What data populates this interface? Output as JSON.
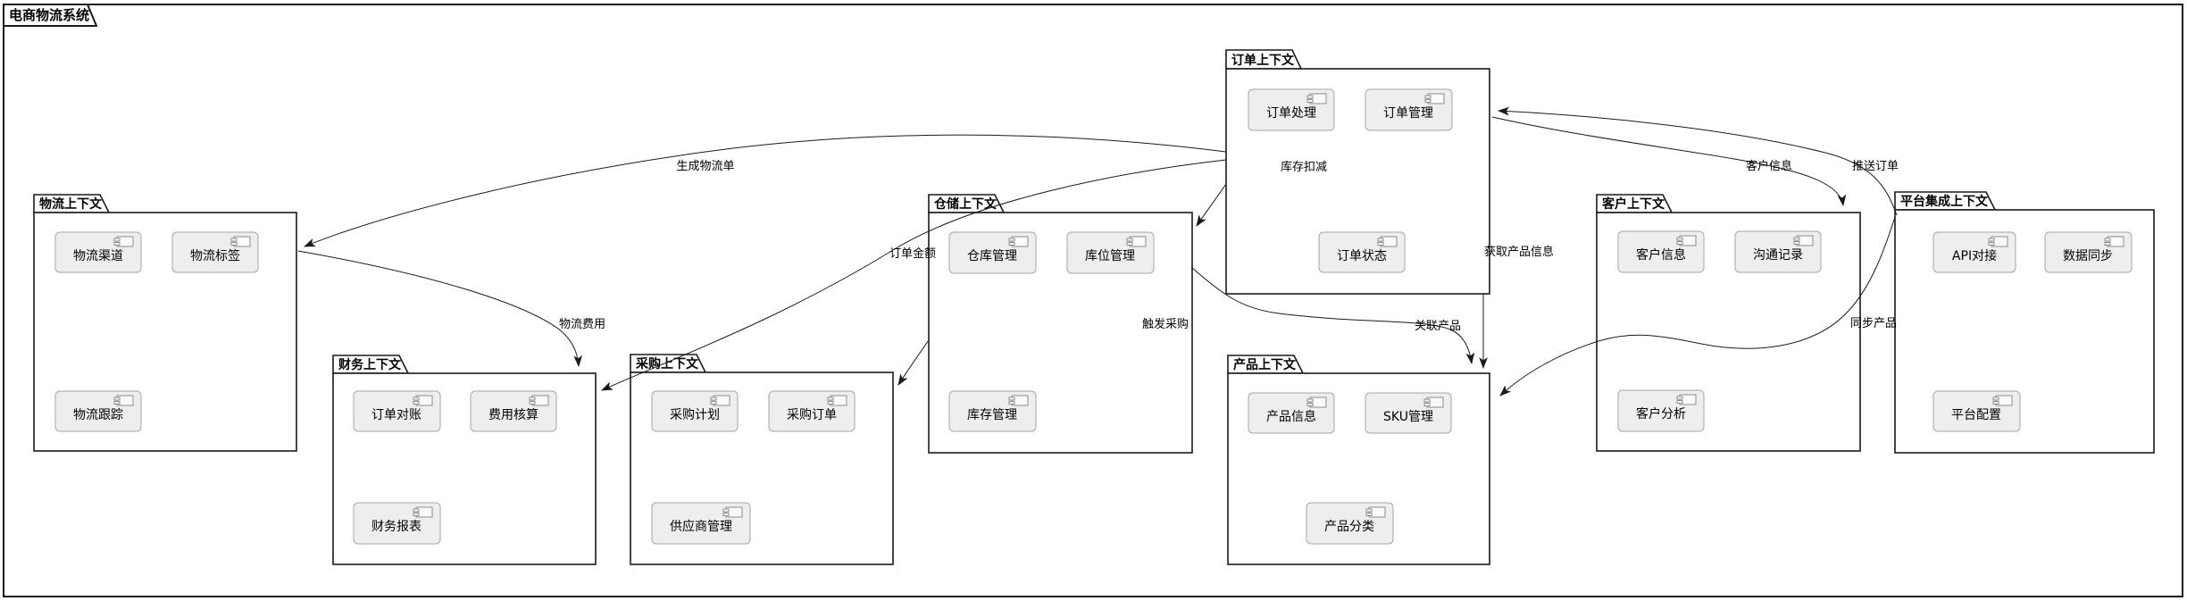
{
  "diagram": {
    "system_title": "电商物流系统",
    "packages": [
      {
        "title": "物流上下文",
        "components": [
          "物流渠道",
          "物流标签",
          "物流跟踪"
        ]
      },
      {
        "title": "财务上下文",
        "components": [
          "订单对账",
          "费用核算",
          "财务报表"
        ]
      },
      {
        "title": "采购上下文",
        "components": [
          "采购计划",
          "采购订单",
          "供应商管理"
        ]
      },
      {
        "title": "仓储上下文",
        "components": [
          "仓库管理",
          "库位管理",
          "库存管理"
        ]
      },
      {
        "title": "订单上下文",
        "components": [
          "订单处理",
          "订单管理",
          "订单状态"
        ]
      },
      {
        "title": "产品上下文",
        "components": [
          "产品信息",
          "SKU管理",
          "产品分类"
        ]
      },
      {
        "title": "客户上下文",
        "components": [
          "客户信息",
          "沟通记录",
          "客户分析"
        ]
      },
      {
        "title": "平台集成上下文",
        "components": [
          "API对接",
          "数据同步",
          "平台配置"
        ]
      }
    ],
    "edges": [
      {
        "from": "订单上下文",
        "to": "物流上下文",
        "label": "生成物流单"
      },
      {
        "from": "订单上下文",
        "to": "财务上下文",
        "label": "订单金额"
      },
      {
        "from": "订单上下文",
        "to": "仓储上下文",
        "label": "库存扣减"
      },
      {
        "from": "物流上下文",
        "to": "财务上下文",
        "label": "物流费用"
      },
      {
        "from": "仓储上下文",
        "to": "采购上下文",
        "label": "触发采购"
      },
      {
        "from": "仓储上下文",
        "to": "产品上下文",
        "label": "关联产品"
      },
      {
        "from": "订单上下文",
        "to": "产品上下文",
        "label": "获取产品信息"
      },
      {
        "from": "订单上下文",
        "to": "客户上下文",
        "label": "客户信息"
      },
      {
        "from": "平台集成上下文",
        "to": "订单上下文",
        "label": "推送订单"
      },
      {
        "from": "平台集成上下文",
        "to": "产品上下文",
        "label": "同步产品"
      }
    ],
    "colors": {
      "line": "#1a1a1a",
      "component_fill": "#eeeeee",
      "component_border": "#a6a6a6",
      "background": "#ffffff"
    }
  }
}
